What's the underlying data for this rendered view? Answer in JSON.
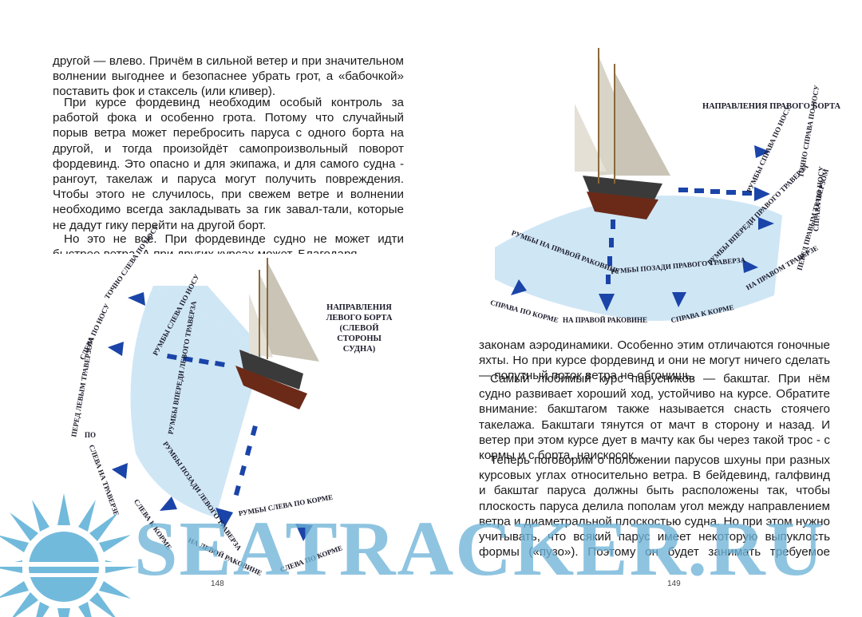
{
  "left_page": {
    "paragraph_1": "другой — влево. Причём в сильной ветер и при значительном волнении выгоднее и безопаснее убрать грот, а «бабочкой» поставить фок и стаксель (или кливер).",
    "paragraph_2": "При курсе фордевинд необходим особый контроль за работой фока и особенно грота. Потому что случайный порыв ветра может перебросить паруса с одного борта на другой, и тогда произойдёт самопроизвольный поворот фордевинд. Это опасно и для экипажа, и для самого судна - рангоут, такелаж и паруса могут получить повреждения. Чтобы этого не случилось, при свежем ветре и волнении необходимо всегда закладывать за гик завал-тали, которые не дадут гику перейти на другой борт.",
    "paragraph_3": "Но это не всё. При фордевинде судно не может идти быстрее ветра. А при других курсах может. Благодаря",
    "diagram": {
      "title": "НАПРАВЛЕНИЯ ЛЕВОГО БОРТА (СЛЕВОЙ СТОРОНЫ СУДНА)",
      "labels": {
        "tochno_sleva": "ТОЧНО СЛЕВА ПО НОСУ",
        "sleva_po_nosu": "СЛЕВА ПО НОСУ",
        "rumby_vperedi": "РУМБЫ ВПЕРЕДИ ЛЕВОГО ТРАВЕРЗА",
        "rumby_sleva_po_nosu": "РУМБЫ СЛЕВА ПО НОСУ",
        "pered_levym": "ПЕРЕД ЛЕВЫМ ТРАВЕРЗОМ",
        "po": "ПО",
        "sleva_na_traverze": "СЛЕВА НА ТРАВЕРЗЕ",
        "rumby_pozadi": "РУМБЫ ПОЗАДИ ЛЕВОГО ТРАВЕРЗА",
        "rumby_sleva_po_korme": "РУМБЫ СЛЕВА ПО КОРМЕ",
        "sleva_k_korme": "СЛЕВА К КОРМЕ",
        "na_levoi_rakovine": "НА ЛЕВОЙ РАКОВИНЕ",
        "sleva_po_korme": "СЛЕВА ПО КОРМЕ"
      }
    },
    "page_number": "148"
  },
  "right_page": {
    "diagram": {
      "title": "НАПРАВЛЕНИЯ ПРАВОГО БОРТА",
      "labels": {
        "tochno_sprava": "ТОЧНО СПРАВА ПО НОСУ",
        "rumby_sprava_po_nosu": "РУМБЫ СПРАВА ПО НОСУ",
        "sprava_po_nosu": "СПРАВА ПО НОСУ",
        "rumby_vperedi": "РУМБЫ ВПЕРЕДИ ПРАВОГО ТРАВЕРЗА",
        "pered_pravym": "ПЕРЕД ПРАВЫМ ТРАВЕРЗОМ",
        "na_pravom_traverze": "НА ПРАВОМ ТРАВЕРЗЕ",
        "rumby_na_pravoi": "РУМБЫ НА ПРАВОЙ РАКОВИНЕ",
        "rumby_pozadi": "РУМБЫ ПОЗАДИ ПРАВОГО ТРАВЕРЗА",
        "sprava_po_korme": "СПРАВА ПО КОРМЕ",
        "na_pravoi_rakovine": "НА ПРАВОЙ РАКОВИНЕ",
        "sprava_k_korme": "СПРАВА К КОРМЕ"
      }
    },
    "paragraph_1": "законам аэродинамики. Особенно этим отличаются гоночные яхты. Но при курсе фордевинд и они не могут ничего сделать — попутный поток ветра не обгонишь.",
    "paragraph_2": "Самый любимый курс парусников — бакштаг. При нём судно развивает хороший ход, устойчиво на курсе. Обратите внимание: бакштагом также называется снасть стоячего такелажа. Бакштаги тянутся от мачт в сторону и назад. И ветер при этом курсе дует в мачту как бы через такой трос - с кормы и с борта, наискосок.",
    "paragraph_3": "Теперь поговорим о положении парусов шхуны при разных курсовых углах относительно ветра. В бейдевинд, галфвинд и бакштаг паруса должны быть расположены так, чтобы плоскость паруса делила пополам угол между направлением ветра и диаметральной плоскостью судна. Но при этом нужно учитывать, что всякий парус имеет некоторую выпуклость формы («пузо»). Поэтому он будет занимать требуемое положение, ког-",
    "page_number": "149"
  },
  "watermark": {
    "text": "SEATRACKER.RU",
    "color": "#6fb4d8"
  },
  "colors": {
    "sector": "#cfe6f5",
    "arrow": "#1a44a8",
    "hull": "#5a2a1a"
  }
}
